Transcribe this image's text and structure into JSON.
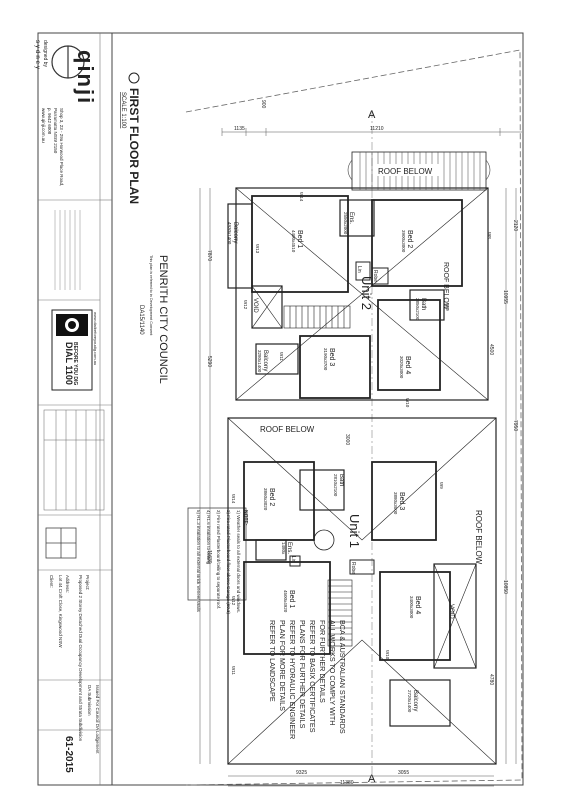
{
  "firm": {
    "name": "qinji",
    "tagline": "designed by",
    "city": "sydney",
    "address_1": "Shop 3, 23 - 29a Horwood Place Road,",
    "address_2": "Parramatta NSW 2150",
    "phone": "p. 9642 6008",
    "web": "www.qinji.com.au"
  },
  "sheet": {
    "title": "FIRST FLOOR PLAN",
    "scale": "SCALE 1:100",
    "council": "PENRITH CITY COUNCIL",
    "da_number": "DA15/1140",
    "stamp_note": "This plan is referred to in Development Consent",
    "dial_before_you_dig": "DIAL 1100",
    "dial_sub": "BEFORE YOU DIG",
    "dial_web": "www.dialbeforeyoudig.com.au",
    "project_label": "Project:",
    "project_value": "Proposed 2 Storey Detached Dual Occupancy Development and Strata Subdivision",
    "address_label": "Address:",
    "address_value": "Lot 44 Croft Close, Kingswood NSW",
    "client_label": "Client:",
    "drawing_no": "61-2015",
    "stage": "DA Submission",
    "issued": "Issued For Council DA Lodgement"
  },
  "notes": {
    "heading": "NOTE:",
    "items": [
      "1) Weather seals to all external doors and windows.",
      "2) Fire rated Plasterboard floor above Garage (60.3)",
      "3) Fire rated Plasterboard/ceiling to separate roof.",
      "4) R1.6 insulation to ceiling",
      "5) R1.3 insulation to all external Brick Veneer Walls"
    ],
    "refer": [
      "REFER TO LANDSCAPE",
      "PLAN FOR MORE DETAILS",
      "REFER TO HYDRAULIC ENGINEER",
      "PLANS FOR FURTHER DETAILS",
      "REFER TO BASIX CERTIFICATES",
      "FOR FURTHER DETAILS",
      "ALL WORKS TO COMPLY WITH",
      "BCA & AUSTRALIAN STANDARDS"
    ]
  },
  "plan": {
    "section_left": "A",
    "section_right": "A",
    "roof_below": "ROOF BELOW",
    "unit2": {
      "label": "Unit 2",
      "rooms": [
        {
          "name": "Bed 1",
          "size": "4400x4510"
        },
        {
          "name": "Bed 2",
          "size": "3900x3000"
        },
        {
          "name": "Bed 3",
          "size": "3190x3700"
        },
        {
          "name": "Bed 4",
          "size": "3020x3000"
        },
        {
          "name": "Balcony",
          "size": "4930x1400"
        },
        {
          "name": "Balcony",
          "size": "3280x1400"
        },
        {
          "name": "Bath",
          "size": "2850x2100"
        },
        {
          "name": "Ens.",
          "size": "2550x2000"
        },
        {
          "name": "Lin",
          "size": ""
        },
        {
          "name": "Robe",
          "size": ""
        },
        {
          "name": "VOID",
          "size": ""
        }
      ]
    },
    "unit1": {
      "label": "Unit 1",
      "rooms": [
        {
          "name": "Bed 2",
          "size": "3860x3020"
        },
        {
          "name": "Bed 3",
          "size": "3880x3000"
        },
        {
          "name": "Bed 1",
          "size": "4500x4920"
        },
        {
          "name": "Bed 4",
          "size": "3400x3000"
        },
        {
          "name": "Bath",
          "size": "2810x2100"
        },
        {
          "name": "Ens.",
          "size": "1480x"
        },
        {
          "name": "Balcony",
          "size": "2720x1400"
        },
        {
          "name": "Lin",
          "size": ""
        },
        {
          "name": "Robe",
          "size": ""
        },
        {
          "name": "VOID",
          "size": ""
        }
      ]
    },
    "dims": {
      "top": [
        "900",
        "1135",
        "11210"
      ],
      "right": [
        "2120",
        "10955",
        "4500",
        "7950",
        "10850",
        "4780"
      ],
      "bottom": [
        "9325",
        "3055",
        "11380"
      ],
      "left": [
        "7870",
        "5290",
        "3000",
        "11630"
      ]
    },
    "window_tags": [
      "W14",
      "W13",
      "W12",
      "W11",
      "W10",
      "W9",
      "W8",
      "W7",
      "W6",
      "W5"
    ]
  }
}
